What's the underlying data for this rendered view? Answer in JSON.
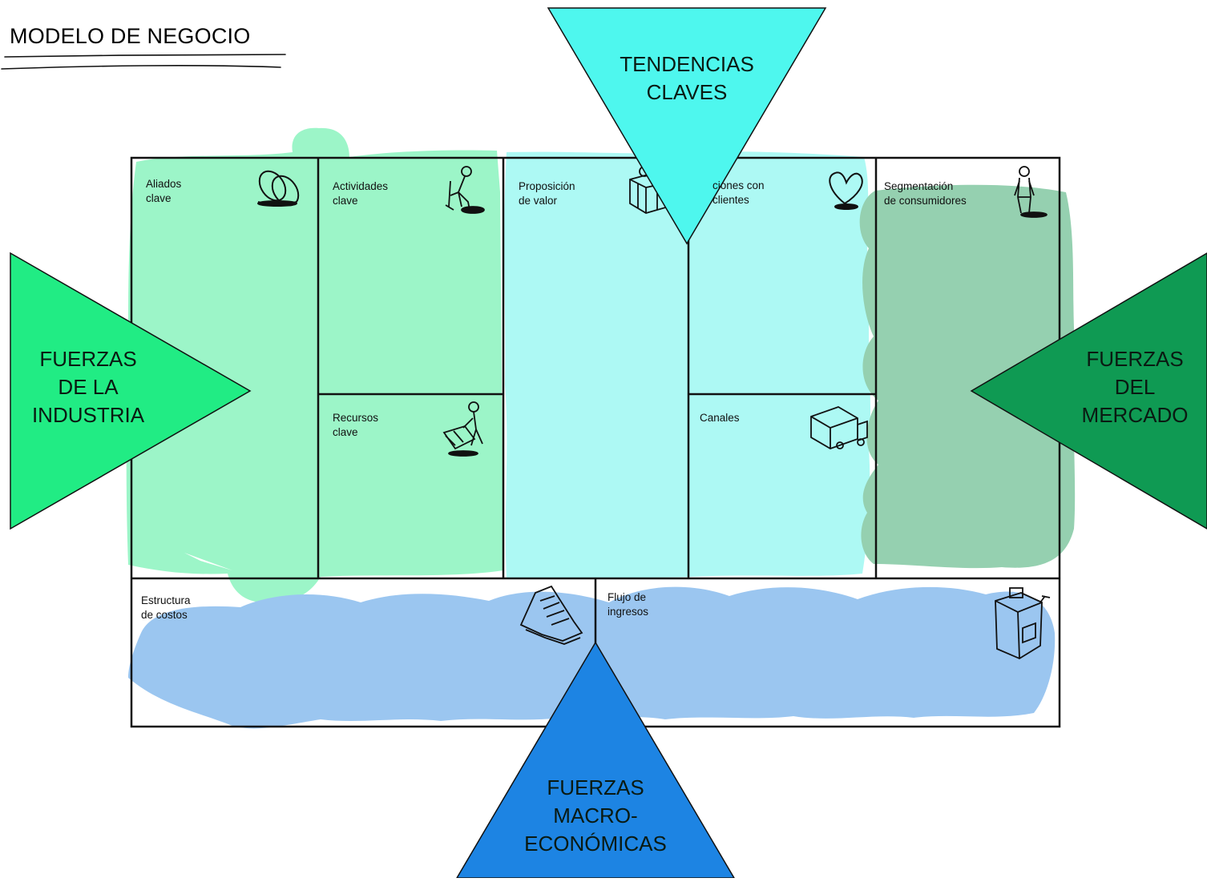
{
  "title": "MODELO DE NEGOCIO",
  "colors": {
    "green_light": "#9cf5c8",
    "cyan_light": "#adf9f4",
    "green_dark": "#95d0b0",
    "blue_light": "#9bc6f0",
    "tri_top": "#4ef7ee",
    "tri_left": "#21ec84",
    "tri_right": "#0f9a53",
    "tri_bottom": "#1d84e3"
  },
  "blocks": {
    "aliados": "Aliados\nclave",
    "actividades": "Actividades\nclave",
    "recursos": "Recursos\nclave",
    "propuesta": "Proposición\nde valor",
    "relaciones": "ciones con\nclientes",
    "canales": "Canales",
    "segmentos": "Segmentación\nde consumidores",
    "costos": "Estructura\nde costos",
    "ingresos": "Flujo de\ningresos"
  },
  "forces": {
    "top": "TENDENCIAS\nCLAVES",
    "left": "FUERZAS\nDE LA\nINDUSTRIA",
    "right": "FUERZAS\nDEL\nMERCADO",
    "bottom": "FUERZAS\nMACRO-\nECONÓMICAS"
  },
  "icons": {
    "aliados": "chain-links-icon",
    "actividades": "worker-digging-icon",
    "recursos": "worker-with-cart-icon",
    "propuesta": "gift-box-icon",
    "relaciones": "heart-icon",
    "canales": "delivery-truck-icon",
    "segmentos": "standing-person-icon",
    "costos": "receipt-icon",
    "ingresos": "cash-register-icon"
  }
}
